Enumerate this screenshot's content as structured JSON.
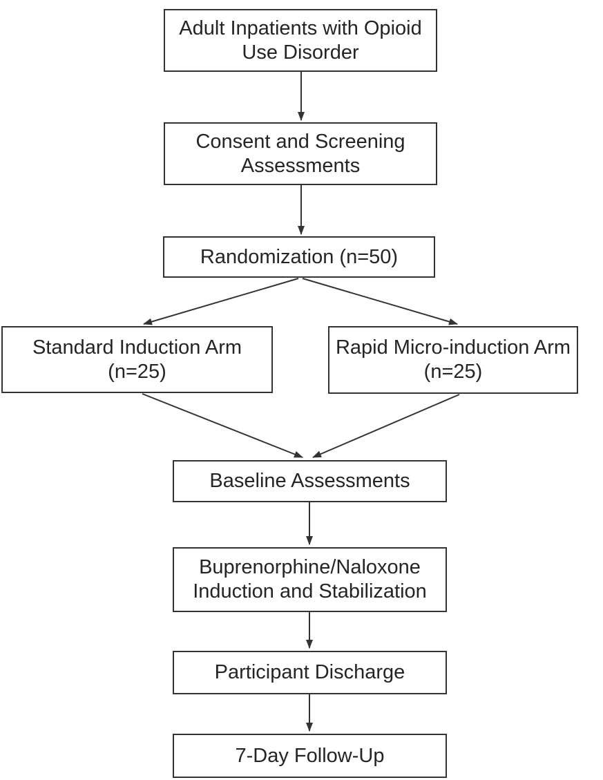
{
  "diagram": {
    "type": "flowchart",
    "colors": {
      "background": "#ffffff",
      "box_border": "#333333",
      "text": "#242424",
      "arrow": "#333333"
    },
    "nodes": [
      {
        "id": "adult-inpatients",
        "label": "Adult Inpatients with Opioid\nUse Disorder"
      },
      {
        "id": "consent-screening",
        "label": "Consent and Screening\nAssessments"
      },
      {
        "id": "randomization",
        "label": "Randomization (n=50)"
      },
      {
        "id": "standard-induction-arm",
        "label": "Standard Induction Arm\n(n=25)"
      },
      {
        "id": "rapid-micro-induction-arm",
        "label": "Rapid Micro-induction Arm\n(n=25)"
      },
      {
        "id": "baseline-assessments",
        "label": "Baseline Assessments"
      },
      {
        "id": "bup-nx-induction",
        "label": "Buprenorphine/Naloxone\nInduction and Stabilization"
      },
      {
        "id": "participant-discharge",
        "label": "Participant Discharge"
      },
      {
        "id": "seven-day-follow-up",
        "label": "7-Day Follow-Up"
      }
    ],
    "edges": [
      {
        "from": "adult-inpatients",
        "to": "consent-screening"
      },
      {
        "from": "consent-screening",
        "to": "randomization"
      },
      {
        "from": "randomization",
        "to": "standard-induction-arm"
      },
      {
        "from": "randomization",
        "to": "rapid-micro-induction-arm"
      },
      {
        "from": "standard-induction-arm",
        "to": "baseline-assessments"
      },
      {
        "from": "rapid-micro-induction-arm",
        "to": "baseline-assessments"
      },
      {
        "from": "baseline-assessments",
        "to": "bup-nx-induction"
      },
      {
        "from": "bup-nx-induction",
        "to": "participant-discharge"
      },
      {
        "from": "participant-discharge",
        "to": "seven-day-follow-up"
      }
    ]
  }
}
